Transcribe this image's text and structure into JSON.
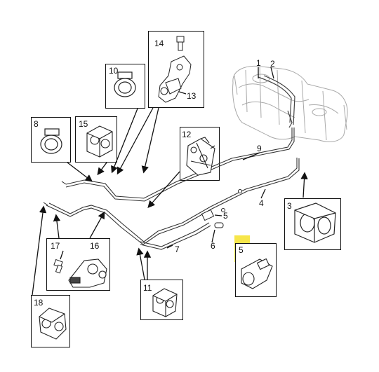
{
  "callouts": {
    "c1": "1",
    "c2": "2",
    "c3": "3",
    "c4": "4",
    "c5": "5",
    "c5b": "5",
    "c6": "6",
    "c7": "7",
    "c8": "8",
    "c9": "9",
    "c10": "10",
    "c11": "11",
    "c12": "12",
    "c13": "13",
    "c14": "14",
    "c15": "15",
    "c16": "16",
    "c17": "17",
    "c18": "18"
  },
  "colors": {
    "highlight": "#f7e64a",
    "line": "#111111",
    "tank": "#9a9a9a"
  },
  "icons": [
    "clip-icon",
    "hose-clamp-icon",
    "bracket-icon",
    "bolt-icon",
    "fuel-tank-icon",
    "connector-icon"
  ]
}
